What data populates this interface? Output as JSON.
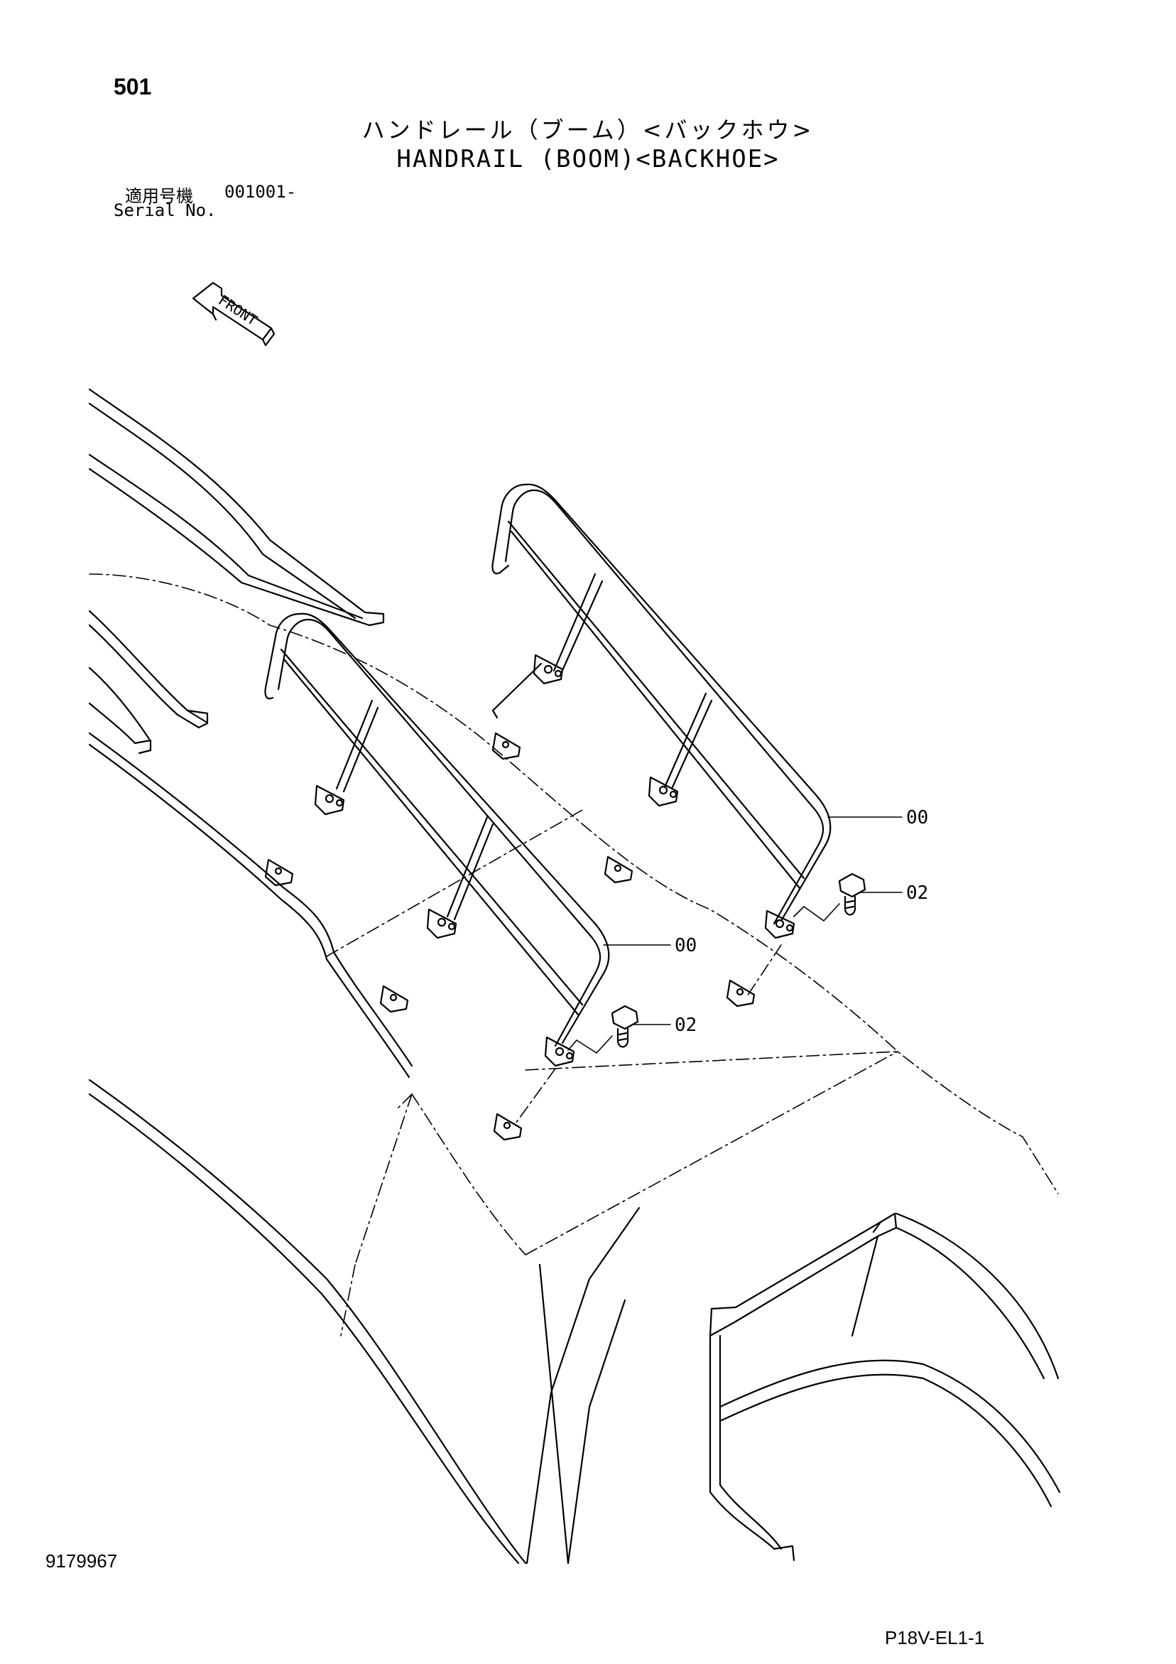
{
  "header": {
    "page_number": "501",
    "title_jp": "ハンドレール（ブーム）<バックホウ>",
    "title_en": "HANDRAIL (BOOM)<BACKHOE>",
    "serial_label_jp": "適用号機",
    "serial_number": "001001-",
    "serial_label_en": "Serial No."
  },
  "diagram": {
    "front_label": "FRONT",
    "callouts": [
      {
        "id": "handrail-upper",
        "label": "00"
      },
      {
        "id": "bolt-upper",
        "label": "02"
      },
      {
        "id": "handrail-lower",
        "label": "00"
      },
      {
        "id": "bolt-lower",
        "label": "02"
      }
    ]
  },
  "footer": {
    "drawing_number": "9179967",
    "sheet_code": "P18V-EL1-1"
  }
}
